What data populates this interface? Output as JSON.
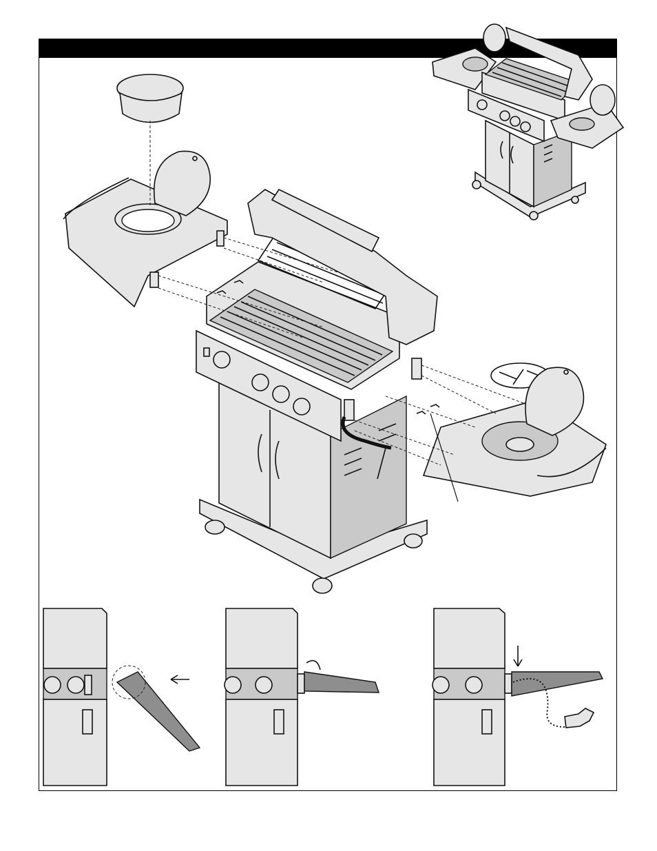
{
  "page": {
    "header_text": "",
    "colors": {
      "ink": "#111111",
      "header_bar": "#000000",
      "panel_gray": "#e6e6e6",
      "shelf_gray": "#8e8e8e"
    }
  },
  "figures": {
    "overview": {
      "icon": "assembled-grill-illustration"
    },
    "main": {
      "icon": "exploded-side-shelf-assembly"
    },
    "steps": [
      {
        "icon": "shelf-tilt-hook-step"
      },
      {
        "icon": "shelf-rotate-level-step"
      },
      {
        "icon": "shelf-secure-wingnut-step"
      }
    ]
  }
}
